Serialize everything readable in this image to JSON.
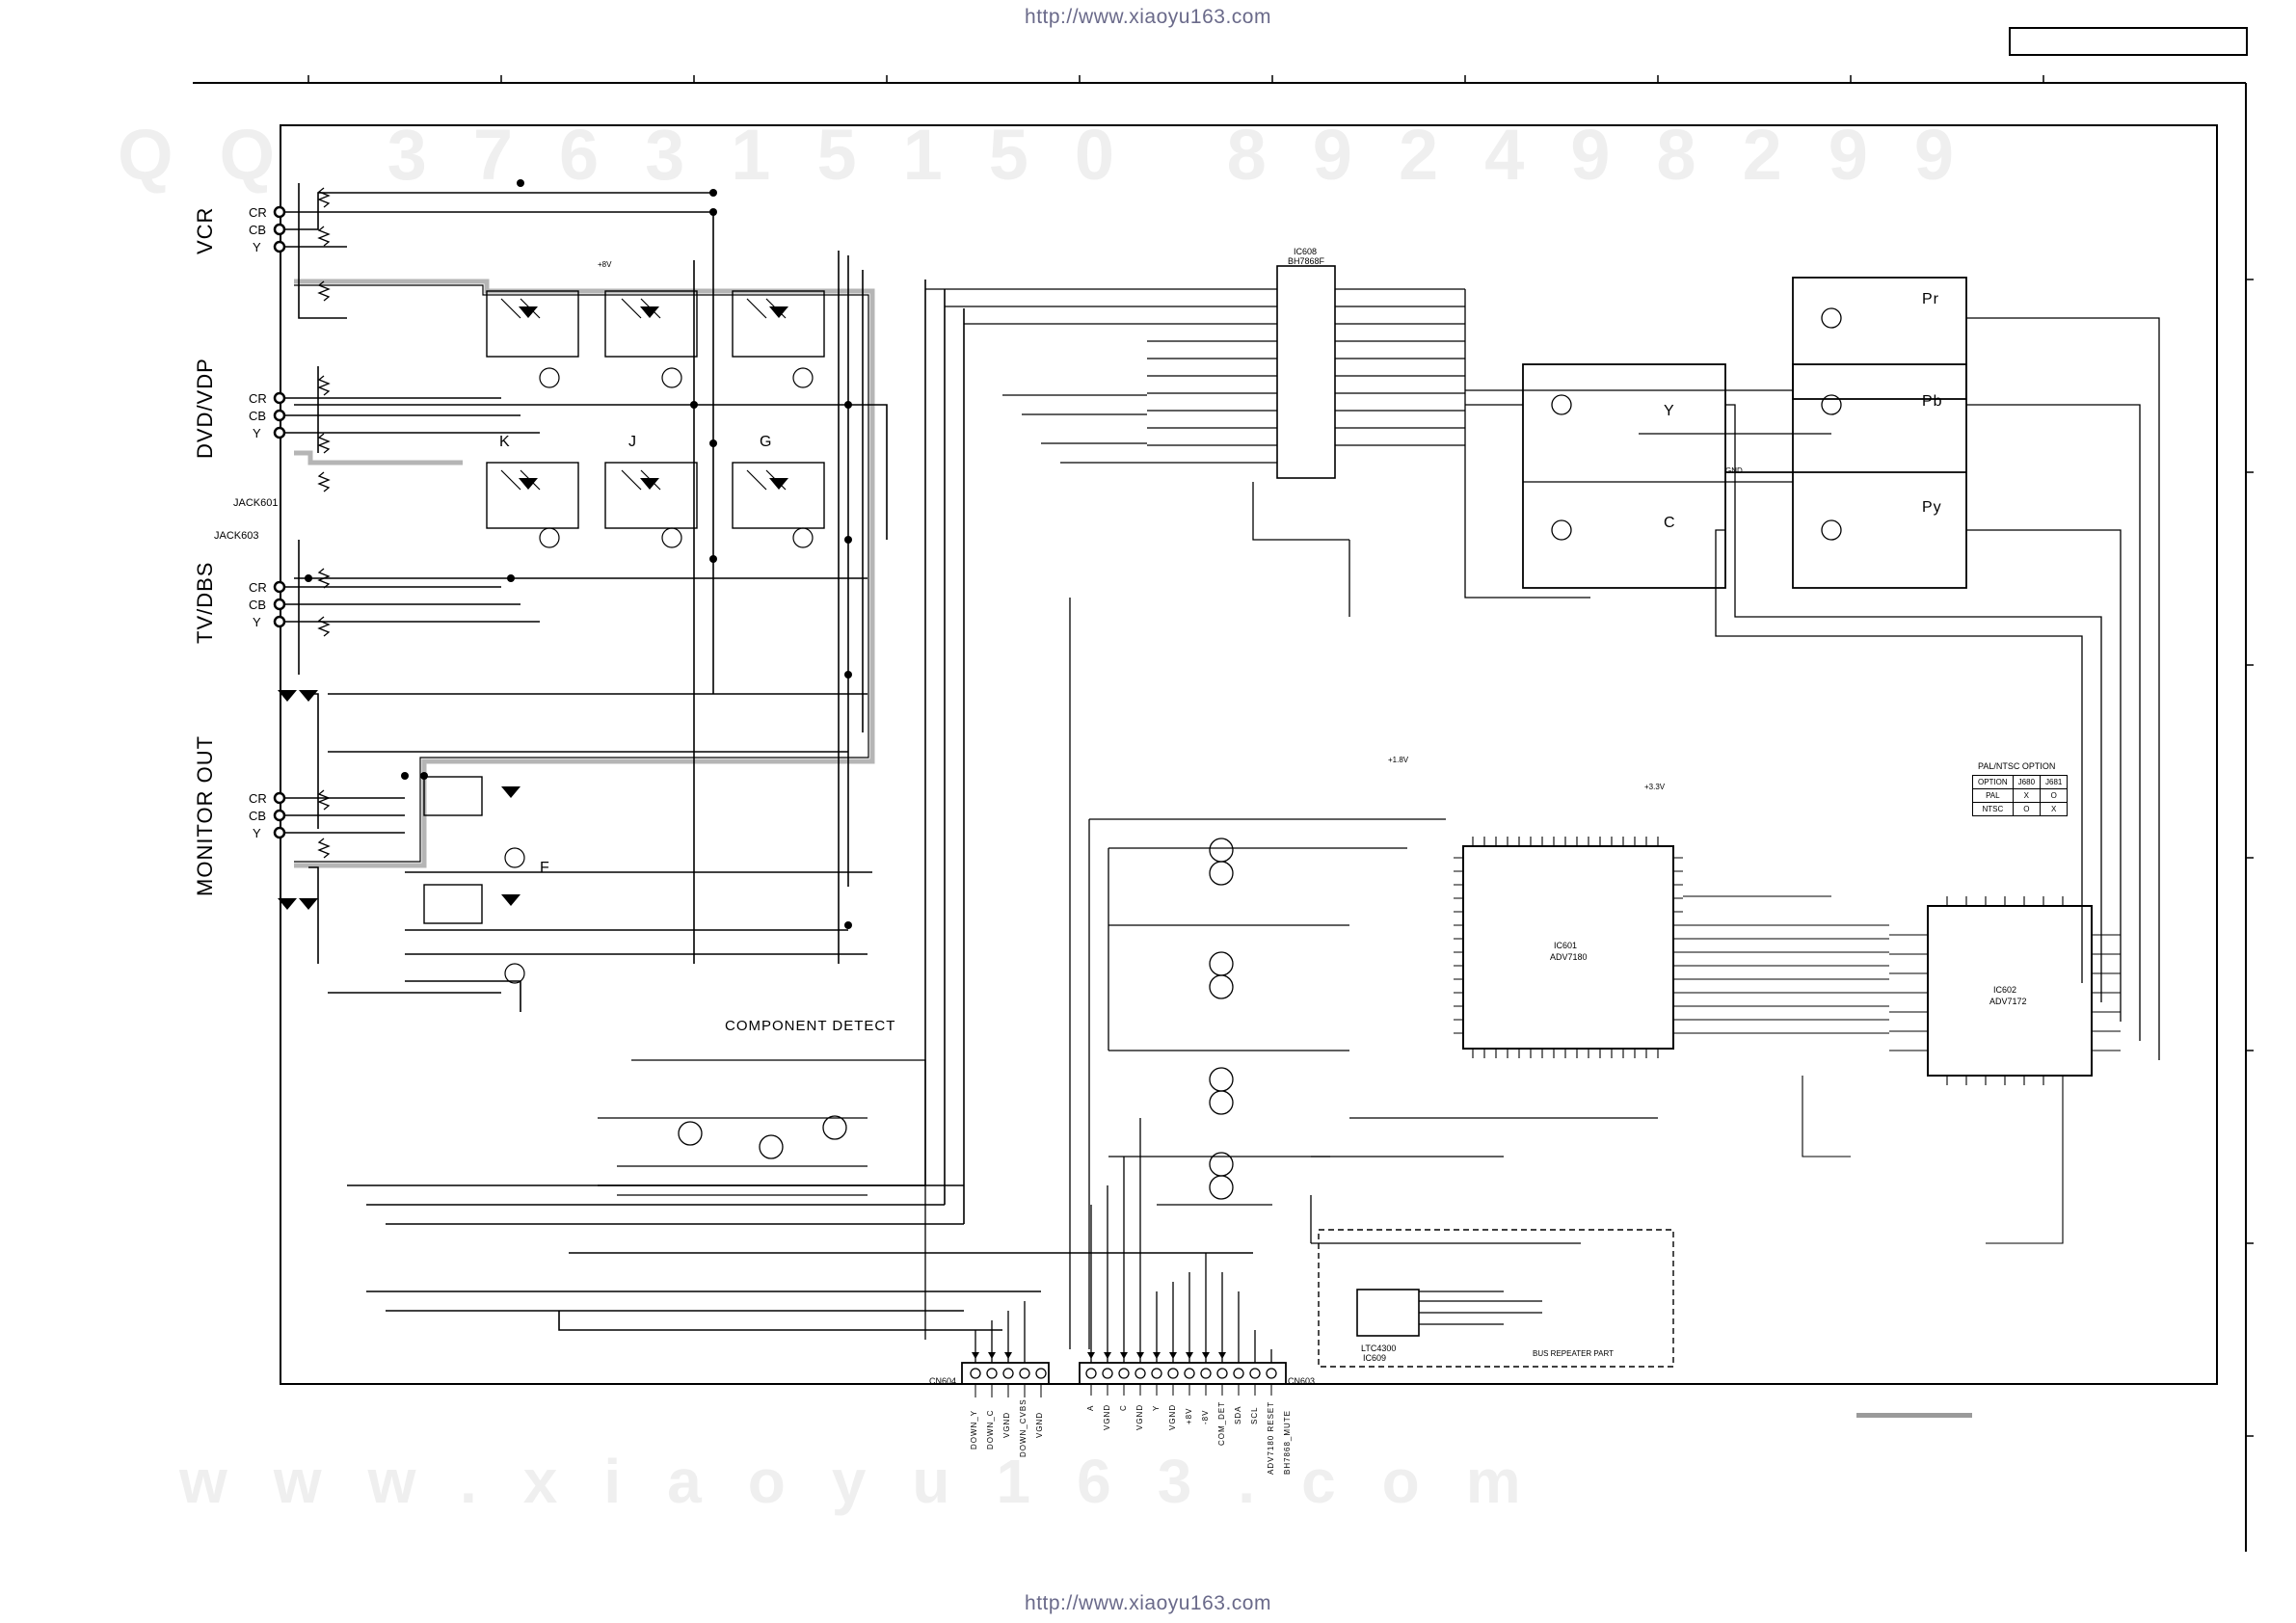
{
  "watermark_url": "http://www.xiaoyu163.com",
  "watermark_top_digits": "QQ 376315150 892498299",
  "watermark_bottom": "www.xiaoyu163.com",
  "inputs": [
    {
      "name": "VCR",
      "jacks": [
        "CR",
        "CB",
        "Y"
      ]
    },
    {
      "name": "DVD/VDP",
      "jacks": [
        "CR",
        "CB",
        "Y"
      ]
    },
    {
      "name": "TV/DBS",
      "jacks": [
        "CR",
        "CB",
        "Y"
      ]
    },
    {
      "name": "MONITOR OUT",
      "jacks": [
        "CR",
        "CB",
        "Y"
      ]
    }
  ],
  "jack_labels": [
    "JACK601",
    "JACK603"
  ],
  "relay_groups": [
    "K",
    "J",
    "G",
    "F"
  ],
  "component_detect": "COMPONENT DETECT",
  "output_channels": [
    "Pr",
    "Pb",
    "Y",
    "C",
    "Py"
  ],
  "ics": {
    "ic608": {
      "ref": "IC608",
      "part": "BH7868F"
    },
    "ic601": {
      "ref": "IC601",
      "part": "ADV7180"
    },
    "ic602": {
      "ref": "IC602",
      "part": "ADV7172"
    },
    "ic609": {
      "ref": "IC609",
      "part": "LTC4300"
    }
  },
  "bus_repeater": "BUS REPEATER PART",
  "option_table": {
    "title": "PAL/NTSC OPTION",
    "header": [
      "OPTION",
      "J680",
      "J681"
    ],
    "rows": [
      [
        "PAL",
        "X",
        "O"
      ],
      [
        "NTSC",
        "O",
        "X"
      ]
    ]
  },
  "connectors": {
    "cn604": {
      "ref": "CN604",
      "pins": [
        "DOWN_Y",
        "DOWN_C",
        "VGND",
        "DOWN_CVBS",
        "VGND"
      ]
    },
    "cn603": {
      "ref": "CN603",
      "pins": [
        "A",
        "VGND",
        "C",
        "VGND",
        "Y",
        "VGND",
        "+8V",
        "-8V",
        "COM_DET",
        "SDA",
        "SCL",
        "ADV7180 RESET",
        "BH7868_MUTE"
      ]
    }
  },
  "supply_labels": [
    "+8V",
    "+3.3V",
    "+1.8V",
    "GND"
  ],
  "colors": {
    "line": "#000000",
    "shield": "#b5b5b5",
    "watermark": "#efefef"
  }
}
